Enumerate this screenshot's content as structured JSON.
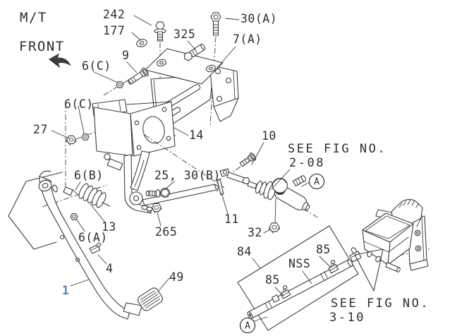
{
  "diagram": {
    "transmission": "M/T",
    "orientation_label": "FRONT"
  },
  "colors": {
    "line": "#3c3c3c",
    "label": "#2d2d2d",
    "highlight_blue": "#4b85b7",
    "background": "#ffffff"
  },
  "callouts": [
    {
      "id": "242",
      "text": "242"
    },
    {
      "id": "177",
      "text": "177"
    },
    {
      "id": "325",
      "text": "325"
    },
    {
      "id": "30A",
      "text": "30(A)"
    },
    {
      "id": "7A",
      "text": "7(A)"
    },
    {
      "id": "9",
      "text": "9"
    },
    {
      "id": "6C-1",
      "text": "6(C)"
    },
    {
      "id": "6C-2",
      "text": "6(C)"
    },
    {
      "id": "27",
      "text": "27"
    },
    {
      "id": "14",
      "text": "14"
    },
    {
      "id": "10",
      "text": "10"
    },
    {
      "id": "6B",
      "text": "6(B)"
    },
    {
      "id": "25-30B",
      "text": "25, 30(B)"
    },
    {
      "id": "11",
      "text": "11"
    },
    {
      "id": "32",
      "text": "32"
    },
    {
      "id": "265",
      "text": "265"
    },
    {
      "id": "13",
      "text": "13"
    },
    {
      "id": "6A",
      "text": "6(A)"
    },
    {
      "id": "4",
      "text": "4"
    },
    {
      "id": "1",
      "text": "1",
      "highlighted": true
    },
    {
      "id": "49",
      "text": "49"
    },
    {
      "id": "84",
      "text": "84"
    },
    {
      "id": "85-1",
      "text": "85"
    },
    {
      "id": "NSS",
      "text": "NSS"
    },
    {
      "id": "85-2",
      "text": "85"
    }
  ],
  "figure_refs": [
    {
      "line1": "SEE FIG NO.",
      "line2": "2-08"
    },
    {
      "line1": "SEE FIG NO.",
      "line2": "3-10"
    }
  ],
  "view_markers": [
    {
      "label": "A"
    },
    {
      "label": "A"
    }
  ]
}
